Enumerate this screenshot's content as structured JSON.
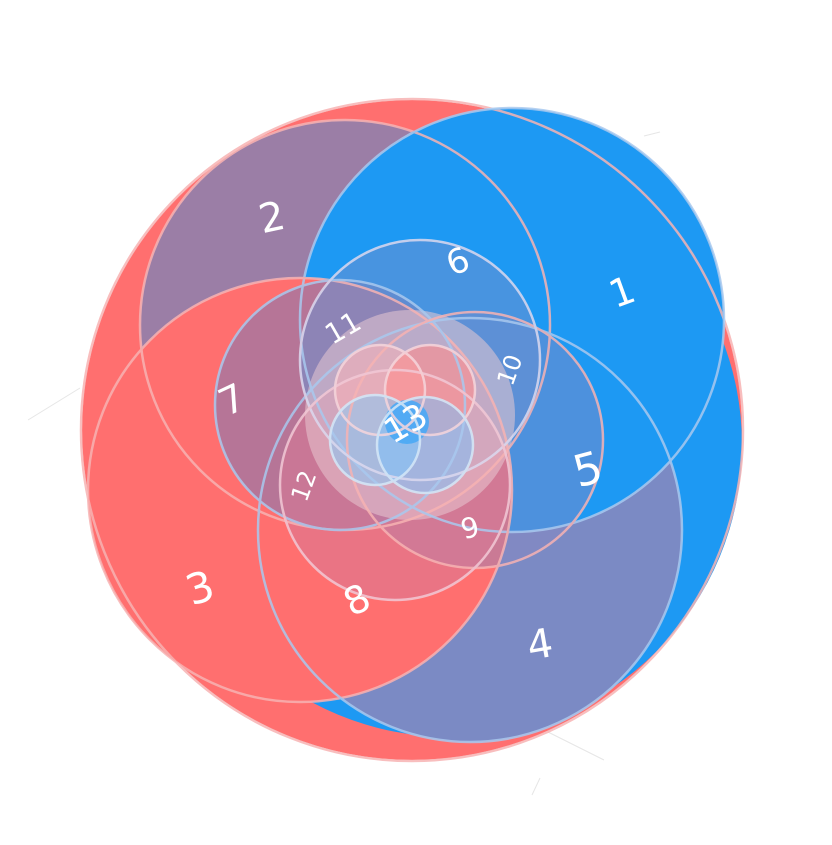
{
  "colors": {
    "background": "#ffffff",
    "red": "#ff6f6f",
    "blue": "#1d99f3",
    "purple": "#9b7ea6",
    "slate": "#7b8ac4",
    "outline_red": "#f7b3b3",
    "outline_blue": "#a9c9ef",
    "label": "#ffffff"
  },
  "regions": [
    {
      "id": "1",
      "label": "1"
    },
    {
      "id": "2",
      "label": "2"
    },
    {
      "id": "3",
      "label": "3"
    },
    {
      "id": "4",
      "label": "4"
    },
    {
      "id": "5",
      "label": "5"
    },
    {
      "id": "6",
      "label": "6"
    },
    {
      "id": "7",
      "label": "7"
    },
    {
      "id": "8",
      "label": "8"
    },
    {
      "id": "9",
      "label": "9"
    },
    {
      "id": "10",
      "label": "10"
    },
    {
      "id": "11",
      "label": "11"
    },
    {
      "id": "12",
      "label": "12"
    },
    {
      "id": "13",
      "label": "13"
    }
  ]
}
